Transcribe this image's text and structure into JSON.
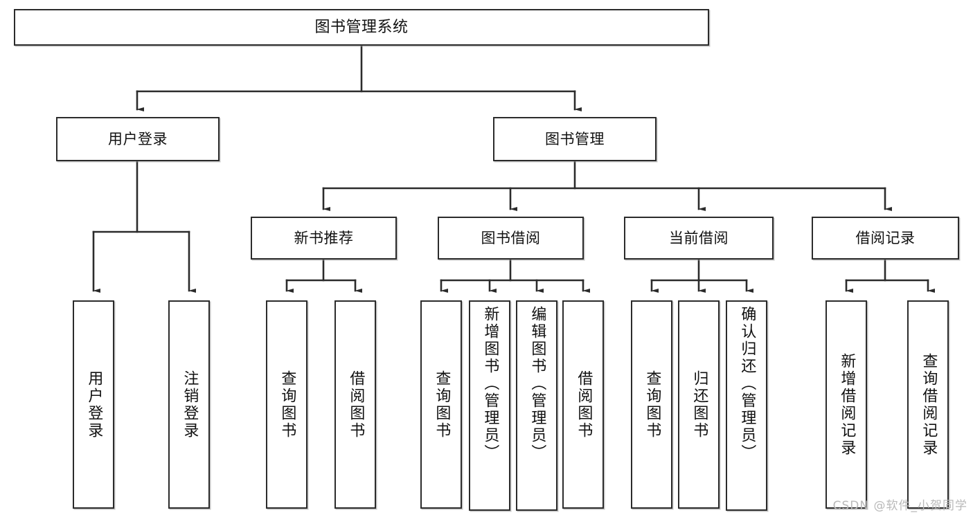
{
  "diagram": {
    "title": "图书管理系统",
    "type": "tree",
    "watermark": "CSDN @软件_小贺同学",
    "colors": {
      "stroke": "#2b2b2b",
      "fill": "#ffffff",
      "text": "#111111",
      "watermark": "#b9b9b9"
    },
    "root": {
      "label": "图书管理系统"
    },
    "level2": [
      {
        "id": "user-login",
        "label": "用户登录"
      },
      {
        "id": "book-manage",
        "label": "图书管理"
      }
    ],
    "level3": [
      {
        "id": "new-book-rec",
        "label": "新书推荐"
      },
      {
        "id": "book-borrow",
        "label": "图书借阅"
      },
      {
        "id": "current-borrow",
        "label": "当前借阅"
      },
      {
        "id": "borrow-record",
        "label": "借阅记录"
      }
    ],
    "leaves": {
      "user_login": [
        {
          "id": "leaf-user-login",
          "label": "用户登录"
        },
        {
          "id": "leaf-logout",
          "label": "注销登录"
        }
      ],
      "new_book_rec": [
        {
          "id": "leaf-query-book-1",
          "label": "查询图书"
        },
        {
          "id": "leaf-borrow-book-1",
          "label": "借阅图书"
        }
      ],
      "book_borrow": [
        {
          "id": "leaf-query-book-2",
          "label": "查询图书"
        },
        {
          "id": "leaf-add-book",
          "label": "新增图书（管理员）"
        },
        {
          "id": "leaf-edit-book",
          "label": "编辑图书（管理员）"
        },
        {
          "id": "leaf-borrow-book-2",
          "label": "借阅图书"
        }
      ],
      "current_borrow": [
        {
          "id": "leaf-query-book-3",
          "label": "查询图书"
        },
        {
          "id": "leaf-return-book",
          "label": "归还图书"
        },
        {
          "id": "leaf-confirm-return",
          "label": "确认归还（管理员）"
        }
      ],
      "borrow_record": [
        {
          "id": "leaf-add-record",
          "label": "新增借阅记录"
        },
        {
          "id": "leaf-query-record",
          "label": "查询借阅记录"
        }
      ]
    }
  }
}
